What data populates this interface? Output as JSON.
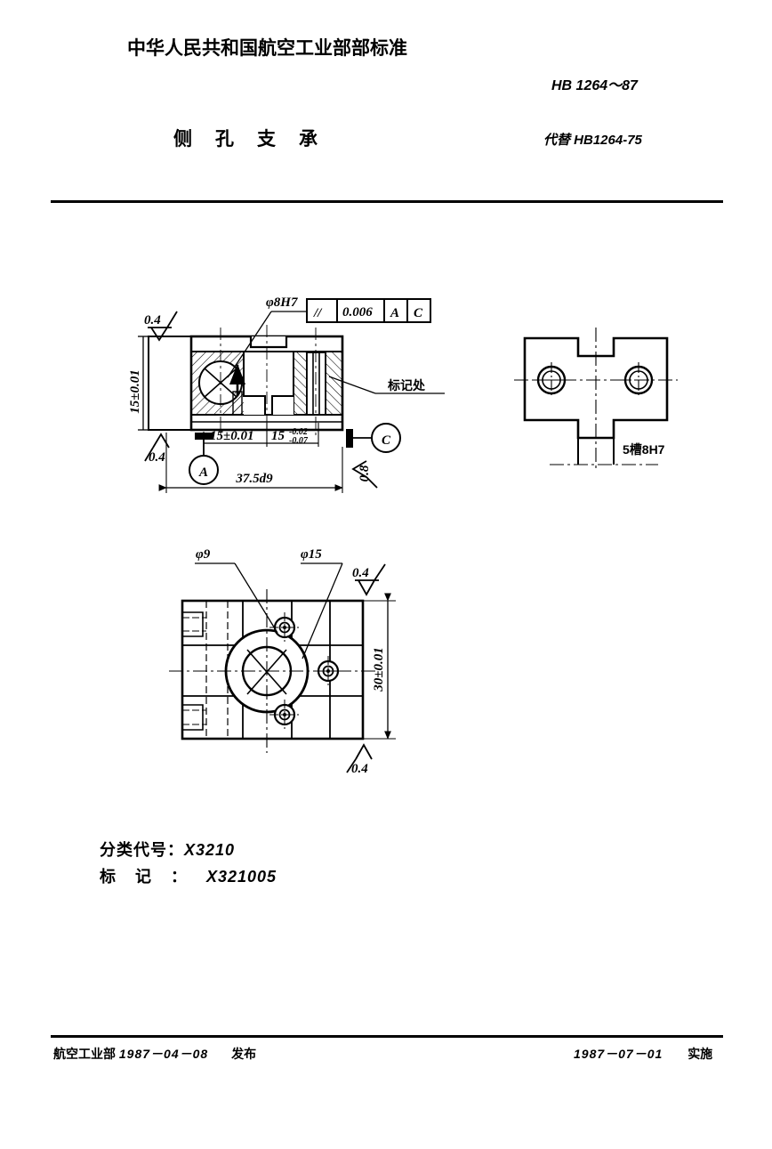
{
  "document": {
    "header_title": "中华人民共和国航空工业部部标准",
    "standard_number": "HB 1264～87",
    "part_name": "侧孔支承",
    "replaces": "代替 HB1264-75"
  },
  "classification": {
    "code_label": "分类代号：",
    "code_value": "X3210",
    "mark_label": "标记：",
    "mark_value": "X321005"
  },
  "footer": {
    "issuer": "航空工业部",
    "issue_date": "1987－04－08",
    "issue_word": "发布",
    "effective_date": "1987－07－01",
    "effective_word": "实施"
  },
  "section_view": {
    "hole_callout": "φ8H7",
    "tolerance_frame": {
      "symbol": "//",
      "value": "0.006",
      "datum_1": "A",
      "datum_2": "C"
    },
    "roughness_top": "0.4",
    "roughness_bottom": "0.4",
    "roughness_right": "0.8",
    "height_dim": "15±0.01",
    "dim_left": "15±0.01",
    "dim_right_main": "15",
    "dim_right_upper_tol": "-0.02",
    "dim_right_lower_tol": "-0.07",
    "overall_length": "37.5d9",
    "datum_a": "A",
    "datum_c": "C",
    "note_mark": "标记处"
  },
  "right_view": {
    "slot_callout": "5槽8H7"
  },
  "bottom_view": {
    "hole_small": "φ9",
    "hole_large": "φ15",
    "width_dim": "30±0.01",
    "roughness_top": "0.4",
    "roughness_bottom": "0.4"
  }
}
